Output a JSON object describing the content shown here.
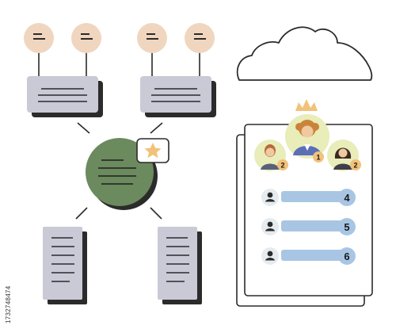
{
  "illustration": {
    "stock_id": "1732748474",
    "colors": {
      "outline": "#2b2b2b",
      "peach": "#f0d6bf",
      "card_gray": "#c9cad6",
      "shadow": "#2b2b2b",
      "green": "#6b8a5d",
      "gold": "#f2c27a",
      "bar_blue": "#a8c6e4",
      "avatar_bg": "#e8edb9",
      "white": "#ffffff"
    },
    "leaderboard": {
      "podium": [
        {
          "rank": "1",
          "icon": "crowned-person-icon"
        },
        {
          "rank": "2",
          "icon": "woman-avatar-icon"
        },
        {
          "rank": "2",
          "icon": "woman-avatar-icon"
        }
      ],
      "rows": [
        {
          "rank": "4",
          "icon": "user-icon"
        },
        {
          "rank": "5",
          "icon": "user-icon"
        },
        {
          "rank": "6",
          "icon": "user-icon"
        }
      ]
    }
  }
}
